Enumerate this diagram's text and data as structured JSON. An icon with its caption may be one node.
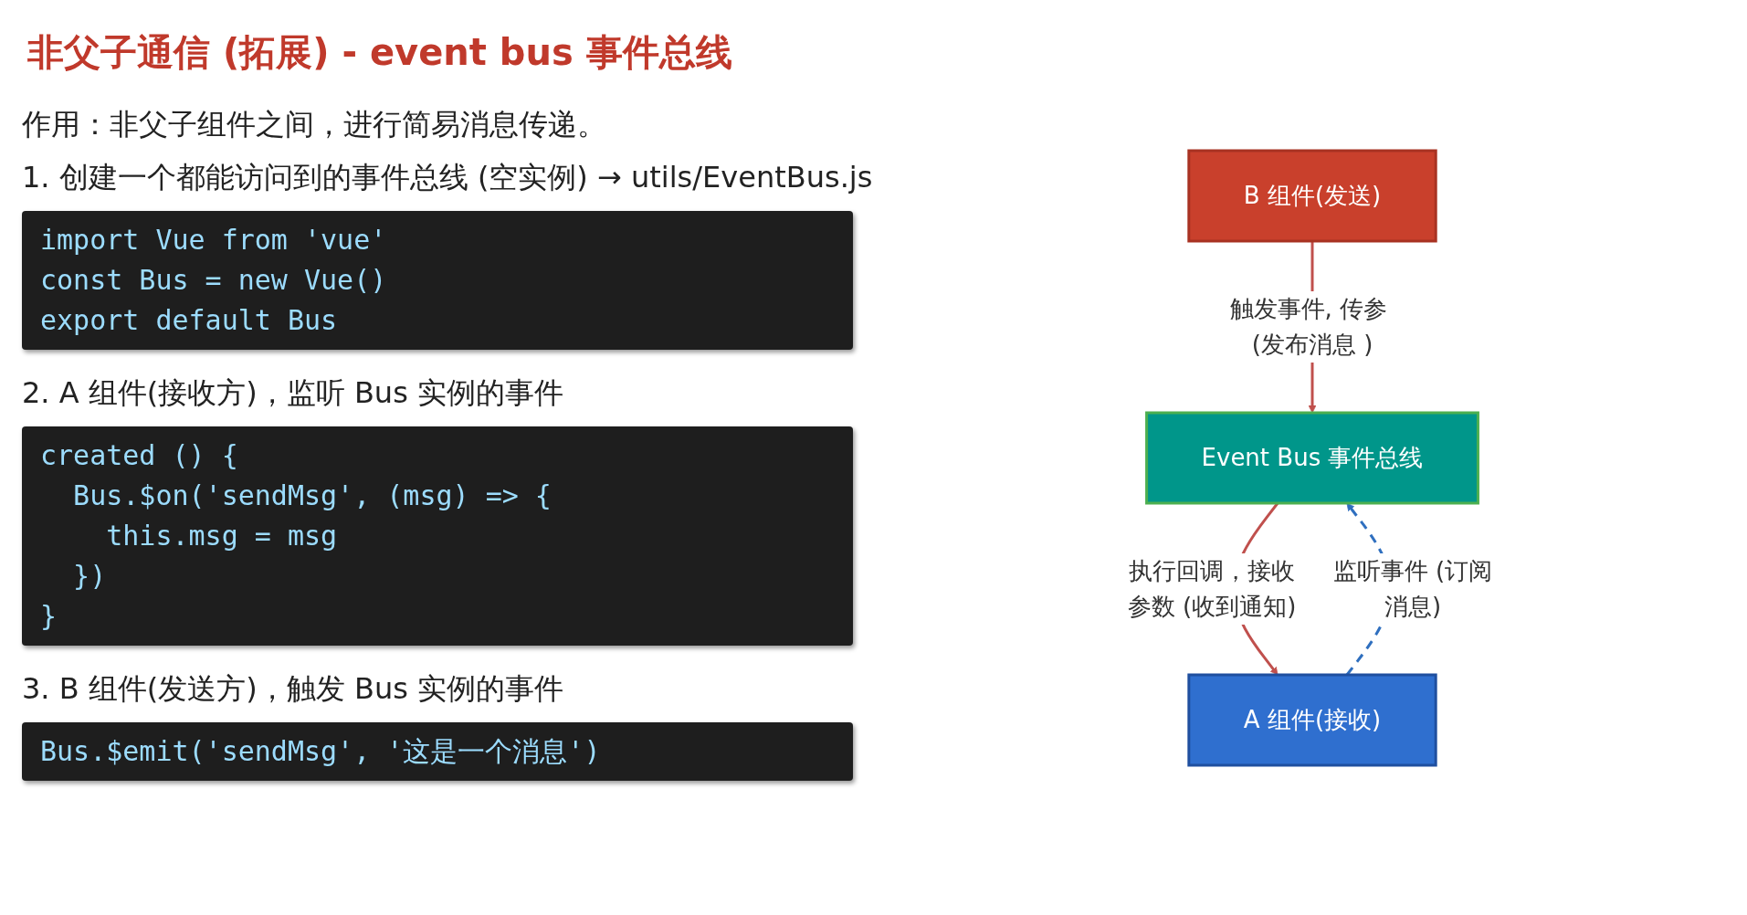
{
  "diagram": {
    "title": "非父子通信 (拓展) - event bus 事件总线",
    "nodes": [
      {
        "text": [
          "B 组件(发送)"
        ]
      },
      {
        "text": [
          "Event Bus  事件总线"
        ]
      },
      {
        "text": [
          "A 组件(接收)"
        ]
      }
    ],
    "edges": [
      {
        "from": 0,
        "to": 1,
        "arrow": "to",
        "label": "触发事件, 传参 (发布消息 )"
      },
      {
        "from": 2,
        "to": 1,
        "arrow": "to",
        "label": "监听事件 (订阅消息)",
        "style": "dashed",
        "color": "#2f6fbf"
      },
      {
        "from": 1,
        "to": 2,
        "arrow": "to",
        "label": "执行回调，接收参数 (收到通知)"
      }
    ],
    "labels": [
      "作用：非父子组件之间，进行简易消息传递。",
      "1. 创建一个都能访问到的事件总线 (空实例) → utils/EventBus.js",
      "import Vue from 'vue'",
      "const Bus = new Vue()",
      "export default Bus",
      "2. A 组件(接收方)，监听 Bus 实例的事件",
      "created () {",
      "  Bus.$on('sendMsg', (msg) => {",
      "    this.msg = msg",
      "  })",
      "}",
      "3. B 组件(发送方)，触发 Bus 实例的事件",
      "Bus.$emit('sendMsg', '这是一个消息')"
    ]
  }
}
